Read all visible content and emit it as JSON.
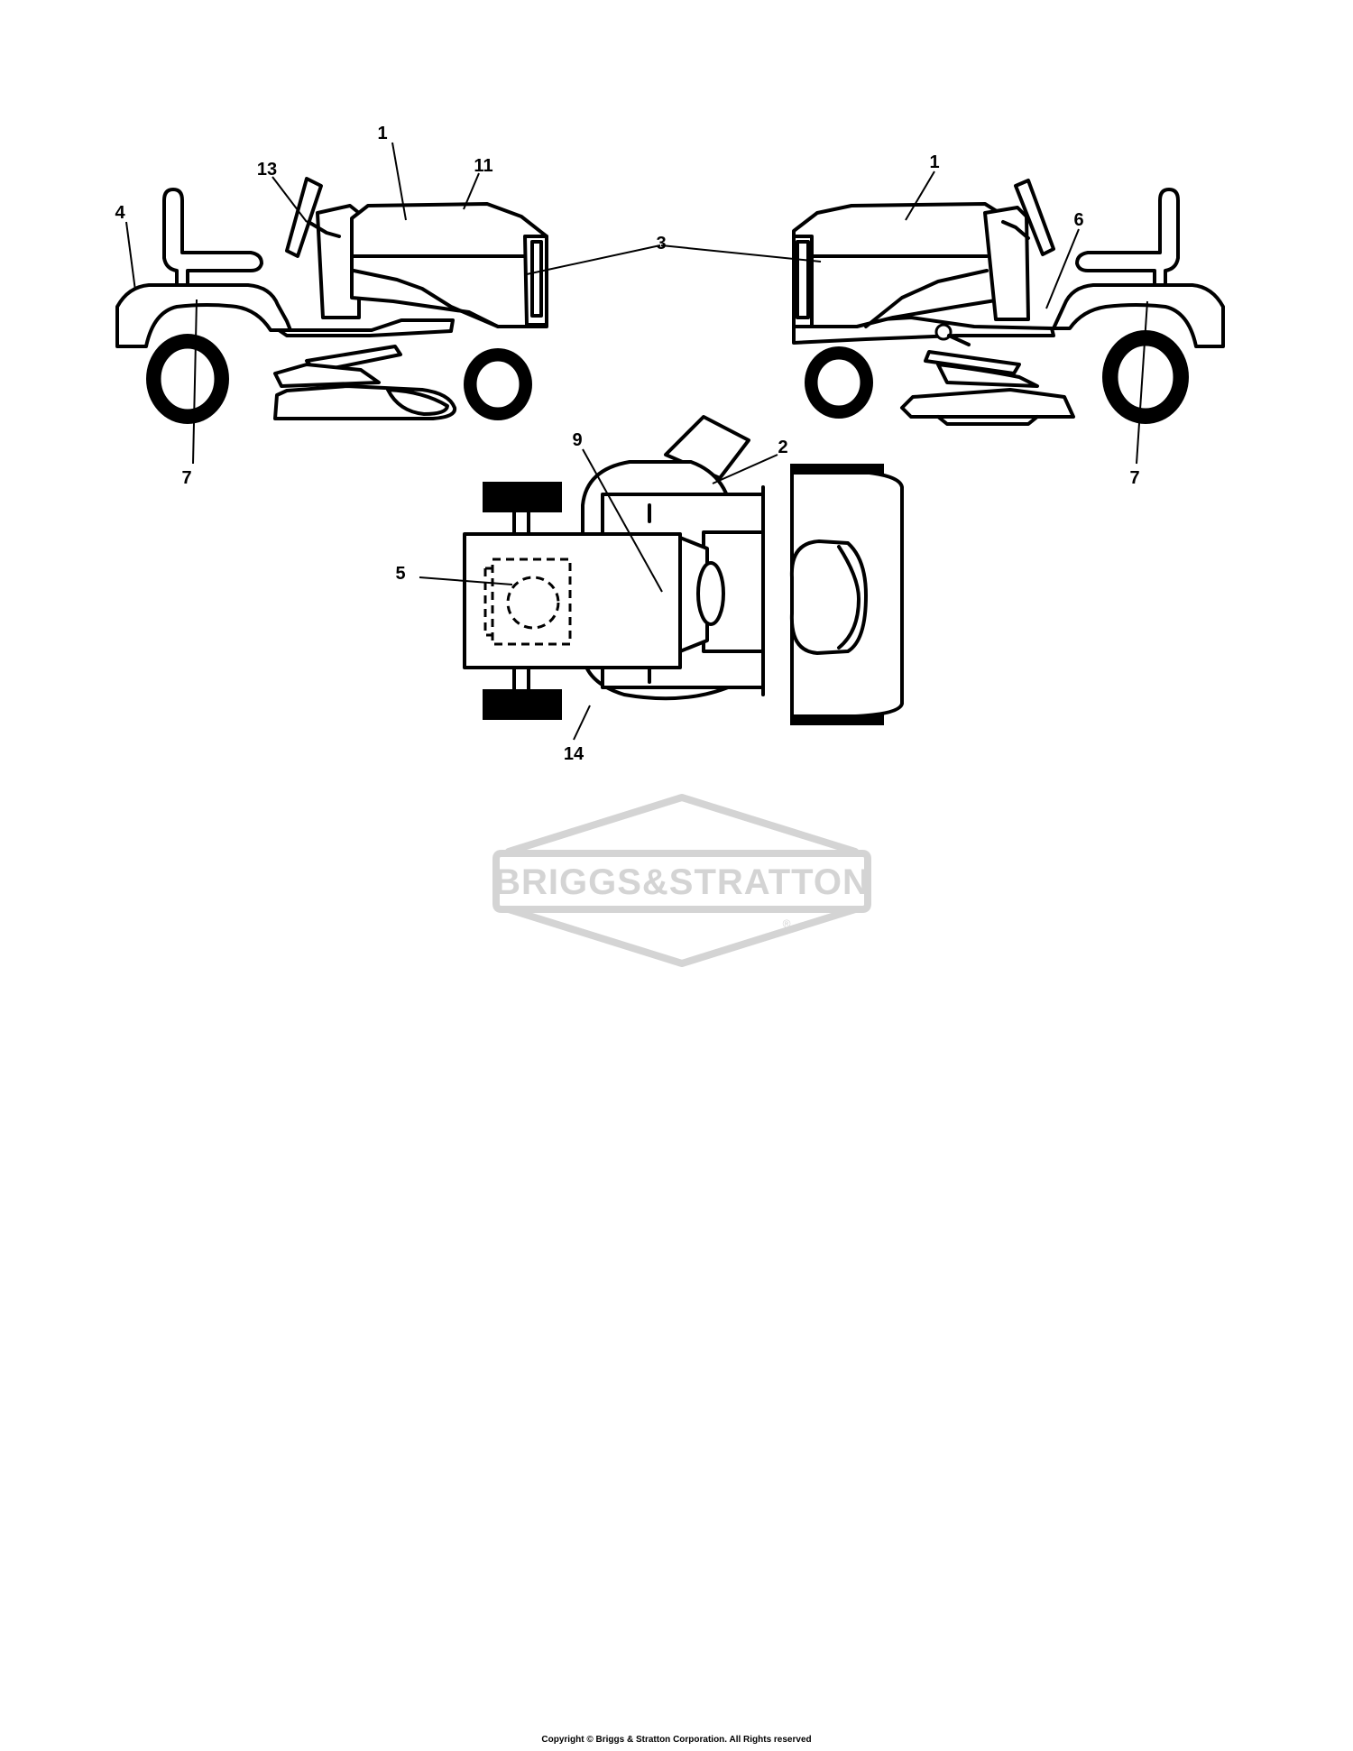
{
  "callouts": {
    "left_view": [
      "1",
      "11",
      "13",
      "4",
      "3",
      "7"
    ],
    "right_view": [
      "1",
      "6",
      "7"
    ],
    "top_view": [
      "9",
      "2",
      "5",
      "14"
    ]
  },
  "watermark": {
    "brand": "BRIGGS&STRATTON",
    "registered": "®",
    "color": "#d4d4d4"
  },
  "footer": {
    "copyright": "Copyright © Briggs & Stratton Corporation. All Rights reserved"
  }
}
